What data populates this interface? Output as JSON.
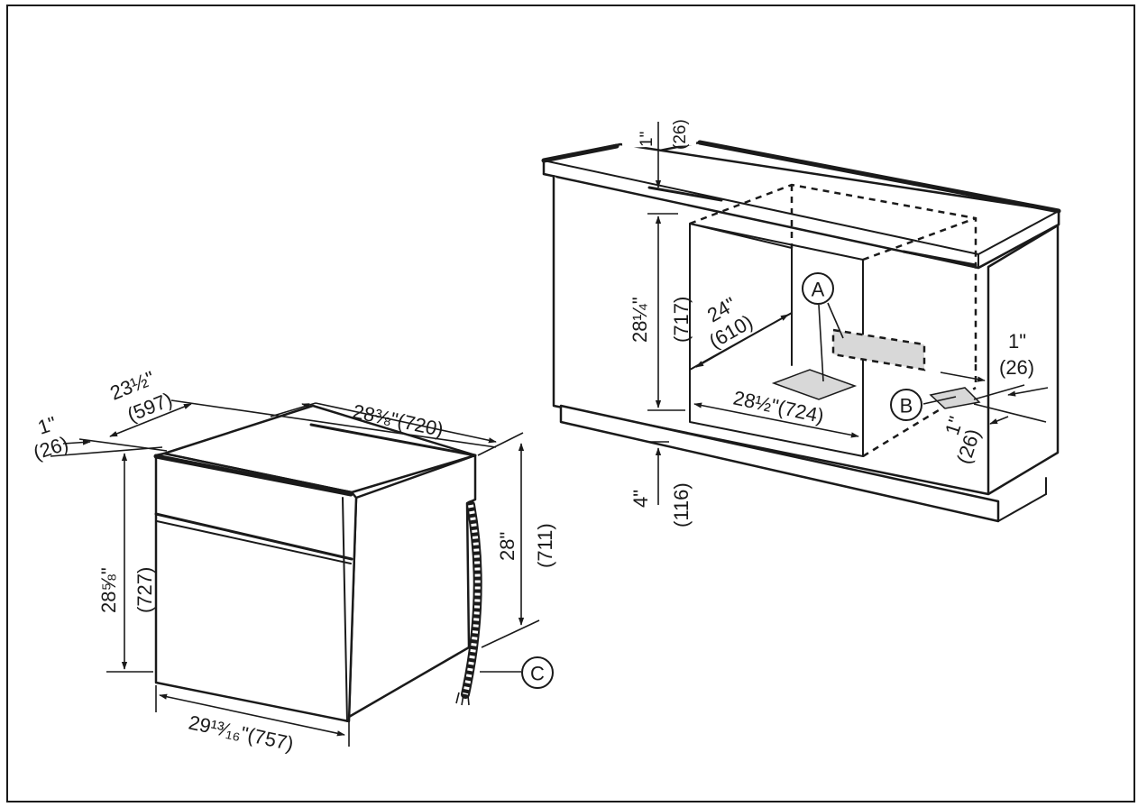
{
  "installation_unit": {
    "countertop_in": "1\"",
    "countertop_mm": "(26)",
    "niche_height_in": "28¼\"",
    "niche_height_mm": "(717)",
    "niche_depth_in": "24\"",
    "niche_depth_mm": "(610)",
    "niche_width": "28½\"(724)",
    "side_in": "1\"",
    "side_mm": "(26)",
    "front_in": "1\"",
    "front_mm": "(26)",
    "plinth_in": "4\"",
    "plinth_mm": "(116)",
    "callout_a": "A",
    "callout_b": "B"
  },
  "appliance": {
    "front_depth_in": "1\"",
    "front_depth_mm": "(26)",
    "depth_in": "23½\"",
    "depth_mm": "(597)",
    "width": "28⅜\"(720)",
    "front_height_in": "28⅝\"",
    "front_height_mm": "(727)",
    "body_height_in": "28\"",
    "body_height_mm": "(711)",
    "front_width": "29¹³⁄₁₆\"(757)",
    "callout_c": "C"
  }
}
